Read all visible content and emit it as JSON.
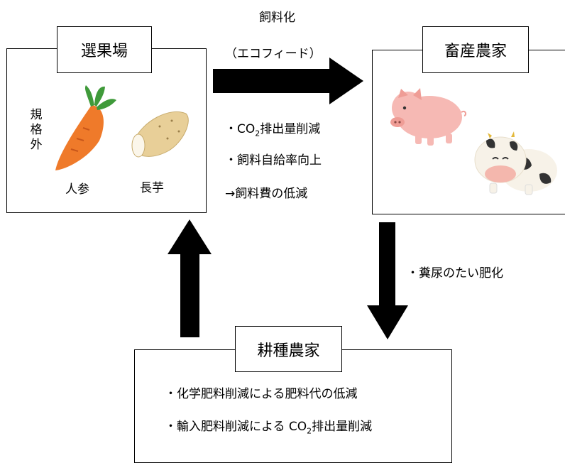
{
  "left_node": {
    "title": "選果場",
    "side_label": "規格外",
    "item1": "人参",
    "item2": "長芋"
  },
  "right_node": {
    "title": "畜産農家"
  },
  "bottom_node": {
    "title": "耕種農家",
    "line1": "・化学肥料削減による肥料代の低減",
    "line2_prefix": "・輸入肥料削減による CO",
    "line2_sub": "2",
    "line2_suffix": "排出量削減"
  },
  "top_arrow": {
    "label1": "飼料化",
    "label2": "（エコフィード）"
  },
  "benefits": {
    "b1_prefix": "・CO",
    "b1_sub": "2",
    "b1_suffix": "排出量削減",
    "b2": "・飼料自給率向上",
    "b3": "→飼料費の低減"
  },
  "right_arrow_label": "・糞尿のたい肥化",
  "colors": {
    "carrot": "#ef7a2a",
    "leaf": "#3f9a3a",
    "pig": "#f6b9b4",
    "yam": "#e8cf98"
  }
}
